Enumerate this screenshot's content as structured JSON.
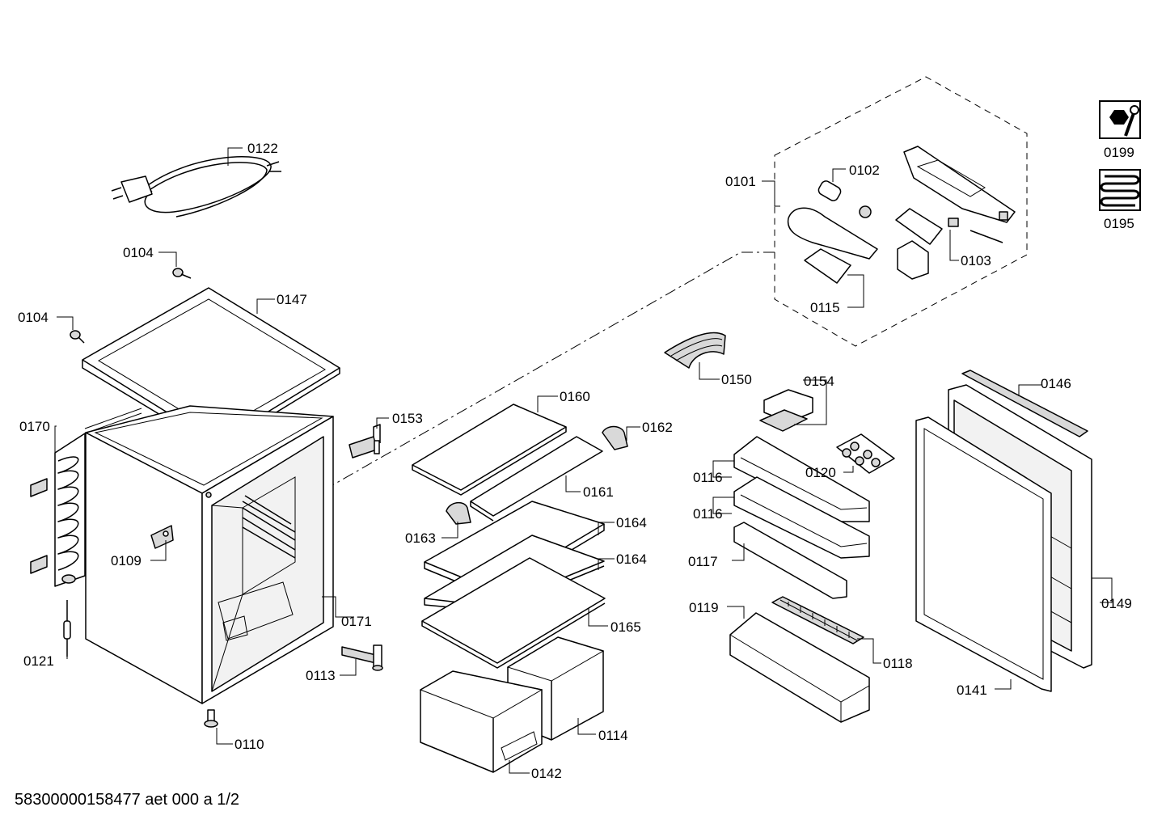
{
  "labels": {
    "l0101": "0101",
    "l0102": "0102",
    "l0103": "0103",
    "l0104a": "0104",
    "l0104b": "0104",
    "l0109": "0109",
    "l0110": "0110",
    "l0113": "0113",
    "l0114": "0114",
    "l0115": "0115",
    "l0116a": "0116",
    "l0116b": "0116",
    "l0117": "0117",
    "l0118": "0118",
    "l0119": "0119",
    "l0120": "0120",
    "l0121": "0121",
    "l0122": "0122",
    "l0141": "0141",
    "l0142": "0142",
    "l0146": "0146",
    "l0147": "0147",
    "l0149": "0149",
    "l0150": "0150",
    "l0153": "0153",
    "l0154": "0154",
    "l0160": "0160",
    "l0161": "0161",
    "l0162": "0162",
    "l0163": "0163",
    "l0164a": "0164",
    "l0164b": "0164",
    "l0165": "0165",
    "l0170": "0170",
    "l0171": "0171",
    "l0195": "0195",
    "l0199": "0199"
  },
  "icons": {
    "tools": "wrench-nut-icon",
    "coil": "heating-coil-icon"
  },
  "footer": "58300000158477 aet 000 a 1/2"
}
